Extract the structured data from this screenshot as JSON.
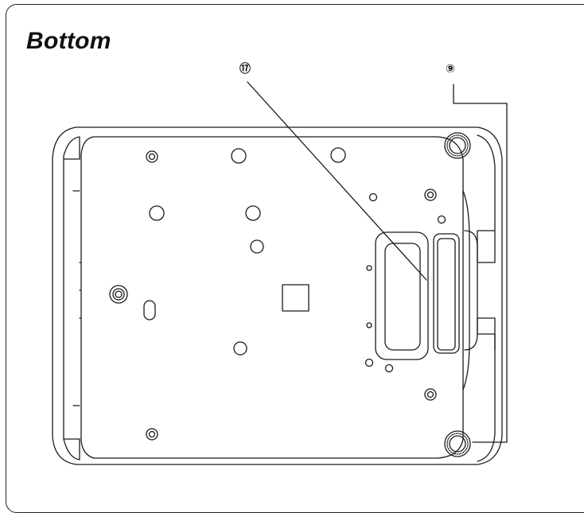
{
  "page": {
    "title": "Bottom"
  },
  "callouts": [
    {
      "id": "17",
      "label": "⑰"
    },
    {
      "id": "9",
      "label": "⑨"
    }
  ],
  "colors": {
    "line": "#1a1a1a",
    "background": "#ffffff"
  }
}
